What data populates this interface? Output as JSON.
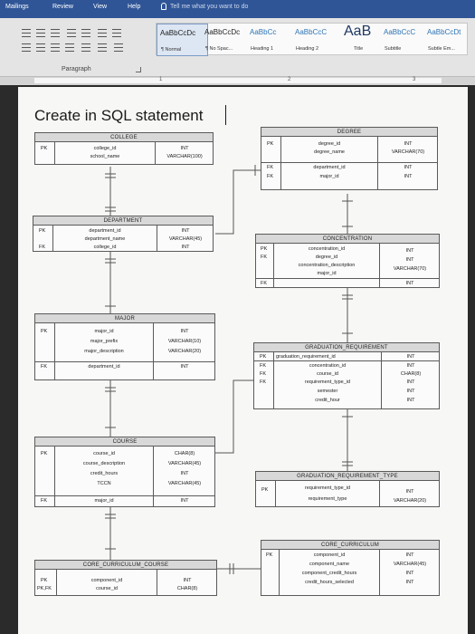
{
  "ribbon": {
    "menus": [
      "Mailings",
      "Review",
      "View",
      "Help"
    ],
    "tell_me": "Tell me what you want to do",
    "styles": [
      {
        "sample": "AaBbCcDc",
        "name": "¶ Normal"
      },
      {
        "sample": "AaBbCcDc",
        "name": "¶ No Spac..."
      },
      {
        "sample": "AaBbCc",
        "name": "Heading 1"
      },
      {
        "sample": "AaBbCcC",
        "name": "Heading 2"
      },
      {
        "sample": "AaB",
        "name": "Title"
      },
      {
        "sample": "AaBbCcC",
        "name": "Subtitle"
      },
      {
        "sample": "AaBbCcDt",
        "name": "Subtle Em..."
      }
    ],
    "group_label": "Paragraph",
    "ruler_numbers": [
      "1",
      "2",
      "3"
    ]
  },
  "document": {
    "title": "Create in SQL statement"
  },
  "tables": {
    "college": {
      "title": "COLLEGE",
      "rows": [
        {
          "key": "PK",
          "name": "college_id",
          "type": "INT"
        },
        {
          "key": "",
          "name": "school_name",
          "type": "VARCHAR(100)"
        }
      ]
    },
    "degree": {
      "title": "DEGREE",
      "rows": [
        {
          "key": "PK",
          "name": "degree_id",
          "type": "INT"
        },
        {
          "key": "",
          "name": "degree_name",
          "type": "VARCHAR(70)"
        },
        {
          "key": "FK",
          "name": "department_id",
          "type": "INT"
        },
        {
          "key": "FK",
          "name": "major_id",
          "type": "INT"
        }
      ]
    },
    "department": {
      "title": "DEPARTMENT",
      "rows": [
        {
          "key": "PK",
          "name": "department_id",
          "type": "INT"
        },
        {
          "key": "",
          "name": "department_name",
          "type": "VARCHAR(45)"
        },
        {
          "key": "FK",
          "name": "college_id",
          "type": "INT"
        }
      ]
    },
    "concentration": {
      "title": "CONCENTRATION",
      "rows": [
        {
          "key": "PK",
          "name": "concentration_id",
          "type": "INT"
        },
        {
          "key": "FK",
          "name": "degree_id",
          "type": "INT"
        },
        {
          "key": "",
          "name": "concentration_description",
          "type": "VARCHAR(70)"
        },
        {
          "key": "FK",
          "name": "major_id",
          "type": "INT"
        }
      ]
    },
    "major": {
      "title": "MAJOR",
      "rows": [
        {
          "key": "PK",
          "name": "major_id",
          "type": "INT"
        },
        {
          "key": "",
          "name": "major_prefix",
          "type": "VARCHAR(10)"
        },
        {
          "key": "",
          "name": "major_description",
          "type": "VARCHAR(20)"
        },
        {
          "key": "FK",
          "name": "department_id",
          "type": "INT"
        }
      ]
    },
    "graduation_requirement": {
      "title": "GRADUATION_REQUIREMENT",
      "rows": [
        {
          "key": "PK",
          "name": "graduation_requirement_id",
          "type": "INT"
        },
        {
          "key": "FK",
          "name": "concentration_id",
          "type": "INT"
        },
        {
          "key": "FK",
          "name": "course_id",
          "type": "CHAR(8)"
        },
        {
          "key": "FK",
          "name": "requirement_type_id",
          "type": "INT"
        },
        {
          "key": "",
          "name": "semester",
          "type": "INT"
        },
        {
          "key": "",
          "name": "credit_hour",
          "type": "INT"
        }
      ]
    },
    "course": {
      "title": "COURSE",
      "rows": [
        {
          "key": "PK",
          "name": "course_id",
          "type": "CHAR(8)"
        },
        {
          "key": "",
          "name": "course_description",
          "type": "VARCHAR(45)"
        },
        {
          "key": "",
          "name": "credit_hours",
          "type": "INT"
        },
        {
          "key": "",
          "name": "TCCN",
          "type": "VARCHAR(45)"
        },
        {
          "key": "FK",
          "name": "major_id",
          "type": "INT"
        }
      ]
    },
    "graduation_requirement_type": {
      "title": "GRADUATION_REQUIREMENT_TYPE",
      "rows": [
        {
          "key": "PK",
          "name": "requirement_type_id",
          "type": "INT"
        },
        {
          "key": "",
          "name": "requirement_type",
          "type": "VARCHAR(20)"
        }
      ]
    },
    "core_curriculum": {
      "title": "CORE_CURRICULUM",
      "rows": [
        {
          "key": "PK",
          "name": "component_id",
          "type": "INT"
        },
        {
          "key": "",
          "name": "component_name",
          "type": "VARCHAR(45)"
        },
        {
          "key": "",
          "name": "component_credit_hours",
          "type": "INT"
        },
        {
          "key": "",
          "name": "credit_hours_selected",
          "type": "INT"
        }
      ]
    },
    "core_curriculum_course": {
      "title": "CORE_CURRICULUM_COURSE",
      "rows": [
        {
          "key": "PK",
          "name": "component_id",
          "type": "INT"
        },
        {
          "key": "PK,FK",
          "name": "course_id",
          "type": "CHAR(8)"
        }
      ]
    }
  }
}
